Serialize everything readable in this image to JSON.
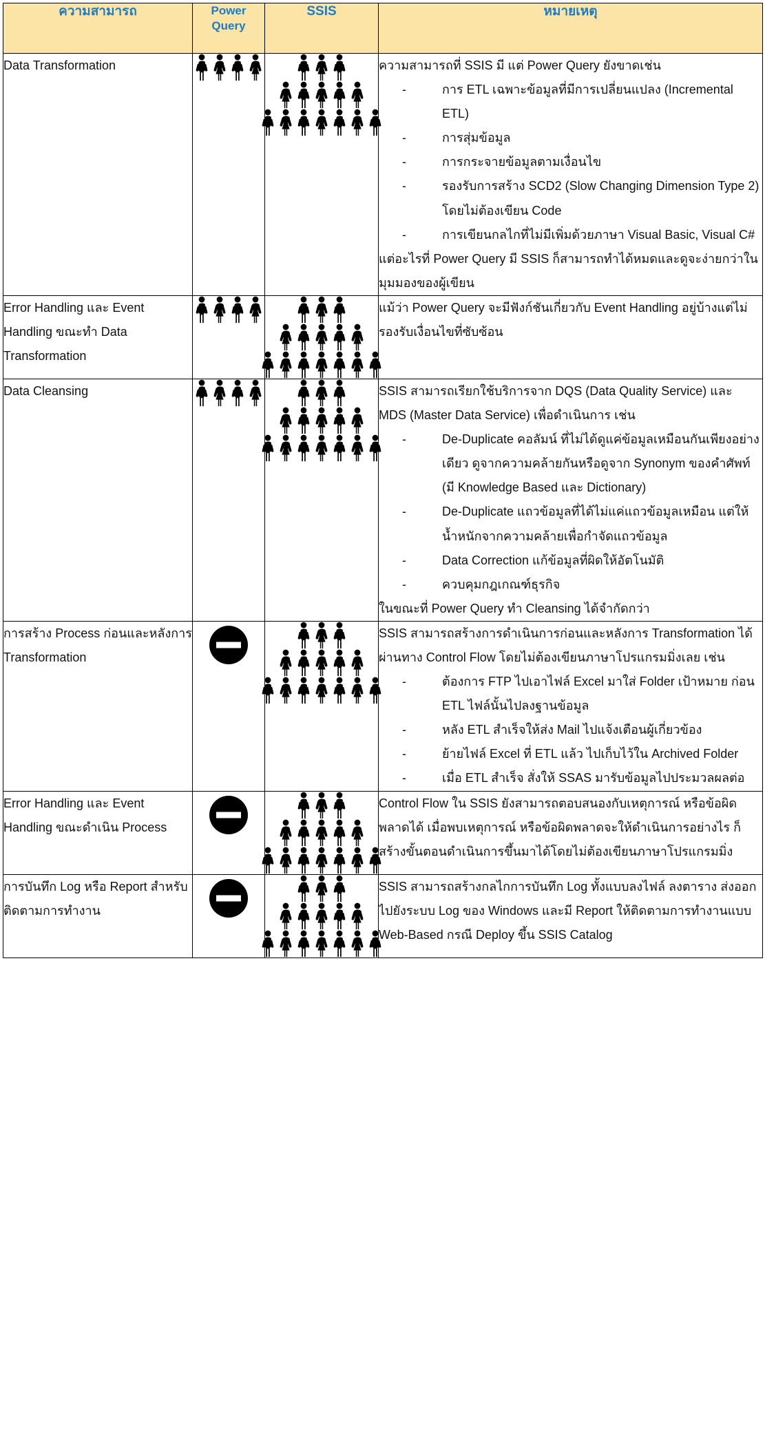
{
  "header": {
    "capability": "ความสามารถ",
    "power_query": "Power Query",
    "ssis": "SSIS",
    "notes": "หมายเหตุ",
    "bg_color": "#FCE3A6",
    "text_color": "#1C7CC4"
  },
  "rating_legend": {
    "people_row_count": 4,
    "pyramid_counts": [
      3,
      5,
      7
    ],
    "no_entry_icon": "no-entry-sign"
  },
  "rows": [
    {
      "capability": "Data Transformation",
      "power_query": {
        "type": "people",
        "count": 4
      },
      "ssis": {
        "type": "pyramid",
        "counts": [
          3,
          5,
          7
        ]
      },
      "notes": {
        "intro": "ความสามารถที่ SSIS มี แต่ Power Query ยังขาดเช่น",
        "bullets": [
          "การ ETL เฉพาะข้อมูลที่มีการเปลี่ยนแปลง (Incremental ETL)",
          "การสุ่มข้อมูล",
          "การกระจายข้อมูลตามเงื่อนไข",
          "รองรับการสร้าง SCD2 (Slow Changing Dimension Type 2) โดยไม่ต้องเขียน Code",
          "การเขียนกลไกที่ไม่มีเพิ่มด้วยภาษา Visual Basic, Visual C#"
        ],
        "outro": "แต่อะไรที่ Power Query มี SSIS ก็สามารถทำได้หมดและดูจะง่ายกว่าในมุมมองของผู้เขียน"
      }
    },
    {
      "capability": "Error Handling และ Event Handling ขณะทำ Data Transformation",
      "power_query": {
        "type": "people",
        "count": 4
      },
      "ssis": {
        "type": "pyramid",
        "counts": [
          3,
          5,
          7
        ]
      },
      "notes": {
        "intro": "แม้ว่า Power Query จะมีฟังก์ชันเกี่ยวกับ Event Handling อยู่บ้างแต่ไม่รองรับเงื่อนไขที่ซับซ้อน",
        "bullets": [],
        "outro": ""
      }
    },
    {
      "capability": "Data Cleansing",
      "power_query": {
        "type": "people",
        "count": 4
      },
      "ssis": {
        "type": "pyramid",
        "counts": [
          3,
          5,
          7
        ]
      },
      "notes": {
        "intro": "SSIS สามารถเรียกใช้บริการจาก DQS (Data Quality Service) และ MDS (Master Data Service) เพื่อดำเนินการ เช่น",
        "bullets": [
          "De-Duplicate คอลัมน์ ที่ไม่ได้ดูแค่ข้อมูลเหมือนกันเพียงอย่างเดียว ดูจากความคล้ายกันหรือดูจาก Synonym ของคำศัพท์ (มี Knowledge Based และ Dictionary)",
          "De-Duplicate แถวข้อมูลที่ได้ไม่แค่แถวข้อมูลเหมือน แต่ให้น้ำหนักจากความคล้ายเพื่อกำจัดแถวข้อมูล",
          "Data Correction แก้ข้อมูลที่ผิดให้อัตโนมัติ",
          "ควบคุมกฎเกณฑ์ธุรกิจ"
        ],
        "outro": "ในขณะที่ Power Query ทำ Cleansing ได้จำกัดกว่า"
      }
    },
    {
      "capability": "การสร้าง Process ก่อนและหลังการ Transformation",
      "power_query": {
        "type": "no_entry"
      },
      "ssis": {
        "type": "pyramid",
        "counts": [
          3,
          5,
          7
        ]
      },
      "notes": {
        "intro": "SSIS สามารถสร้างการดำเนินการก่อนและหลังการ Transformation ได้ผ่านทาง Control Flow โดยไม่ต้องเขียนภาษาโปรแกรมมิ่งเลย เช่น",
        "bullets": [
          "ต้องการ FTP ไปเอาไฟล์ Excel มาใส่ Folder เป้าหมาย ก่อน ETL ไฟล์นั้นไปลงฐานข้อมูล",
          "หลัง ETL สำเร็จให้ส่ง Mail ไปแจ้งเตือนผู้เกี่ยวข้อง",
          "ย้ายไฟล์ Excel ที่ ETL แล้ว ไปเก็บไว้ใน Archived Folder",
          "เมื่อ ETL สำเร็จ สั่งให้ SSAS มารับข้อมูลไปประมวลผลต่อ"
        ],
        "outro": ""
      }
    },
    {
      "capability": "Error Handling และ Event Handling ขณะดำเนิน Process",
      "power_query": {
        "type": "no_entry"
      },
      "ssis": {
        "type": "pyramid",
        "counts": [
          3,
          5,
          7
        ]
      },
      "notes": {
        "intro": "Control Flow ใน SSIS ยังสามารถตอบสนองกับเหตุการณ์ หรือข้อผิดพลาดได้ เมื่อพบเหตุการณ์ หรือข้อผิดพลาดจะให้ดำเนินการอย่างไร ก็สร้างขั้นตอนดำเนินการขึ้นมาได้โดยไม่ต้องเขียนภาษาโปรแกรมมิ่ง",
        "bullets": [],
        "outro": ""
      }
    },
    {
      "capability": "การบันทึก Log หรือ Report สำหรับติดตามการทำงาน",
      "power_query": {
        "type": "no_entry"
      },
      "ssis": {
        "type": "pyramid",
        "counts": [
          3,
          5,
          7
        ]
      },
      "notes": {
        "intro": "SSIS สามารถสร้างกลไกการบันทึก Log ทั้งแบบลงไฟล์ ลงตาราง ส่งออกไปยังระบบ Log ของ Windows และมี Report ให้ติดตามการทำงานแบบ Web-Based กรณี Deploy ขึ้น SSIS Catalog",
        "bullets": [],
        "outro": ""
      }
    }
  ]
}
